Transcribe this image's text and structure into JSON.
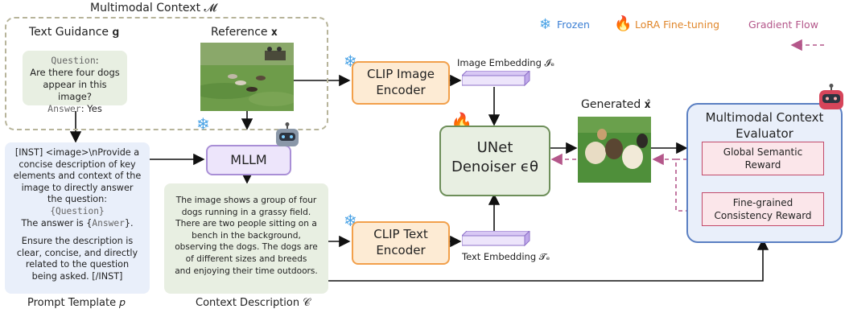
{
  "multimodal_context": {
    "label": "Multimodal Context 𝓜"
  },
  "text_guidance": {
    "label": "Text Guidance 𝐠",
    "question_key": "Question",
    "question_text": "Are there four dogs appear in this image?",
    "answer_key": "Answer",
    "answer_text": "Yes"
  },
  "reference": {
    "label": "Reference 𝐱"
  },
  "prompt_template": {
    "lines": [
      "[INST] <image>\\nProvide a",
      "concise description of key",
      "elements and context of the",
      "image to directly answer",
      "the question:"
    ],
    "question_placeholder": "{Question}",
    "answer_prefix": "The answer is {",
    "answer_placeholder": "Answer",
    "answer_suffix": "}.",
    "lines2": [
      "Ensure the description is",
      "clear, concise, and directly",
      "related to the question",
      "being asked. [/INST]"
    ],
    "caption": "Prompt Template 𝑝"
  },
  "mllm": {
    "label": "MLLM"
  },
  "context_description": {
    "lines": [
      "The image shows a group of four",
      "dogs running in a grassy field.",
      "There are two people sitting on a",
      "bench in the background,",
      "observing the dogs. The dogs are",
      "of different sizes and breeds",
      "and enjoying their time outdoors."
    ],
    "caption": "Context Description 𝒞"
  },
  "clip_image_encoder": {
    "line1": "CLIP Image",
    "line2": "Encoder",
    "embedding_label": "Image Embedding 𝓘ₑ"
  },
  "clip_text_encoder": {
    "line1": "CLIP Text",
    "line2": "Encoder",
    "embedding_label": "Text Embedding 𝓣ₑ"
  },
  "unet": {
    "line1": "UNet",
    "line2": "Denoiser ϵθ"
  },
  "generated": {
    "label": "Generated 𝐱̂"
  },
  "evaluator": {
    "title_line1": "Multimodal Context",
    "title_line2": "Evaluator",
    "reward1_line1": "Global Semantic",
    "reward1_line2": "Reward",
    "reward2_line1": "Fine-grained",
    "reward2_line2": "Consistency Reward"
  },
  "legend": {
    "frozen": "Frozen",
    "lora": "LoRA Fine-tuning",
    "gradient": "Gradient Flow"
  },
  "colors": {
    "orange": "#f2a04b",
    "orange_fill": "#fdebd4",
    "purple": "#a98fd6",
    "purple_fill": "#ede5fb",
    "green_fill": "#e8efe2",
    "blue_fill": "#e9effa",
    "blue_border": "#5a7fc2",
    "pink_fill": "#fbe6ea",
    "pink_border": "#c24a6a",
    "gradient": "#b4578a",
    "snow": "#4aa3e6"
  }
}
